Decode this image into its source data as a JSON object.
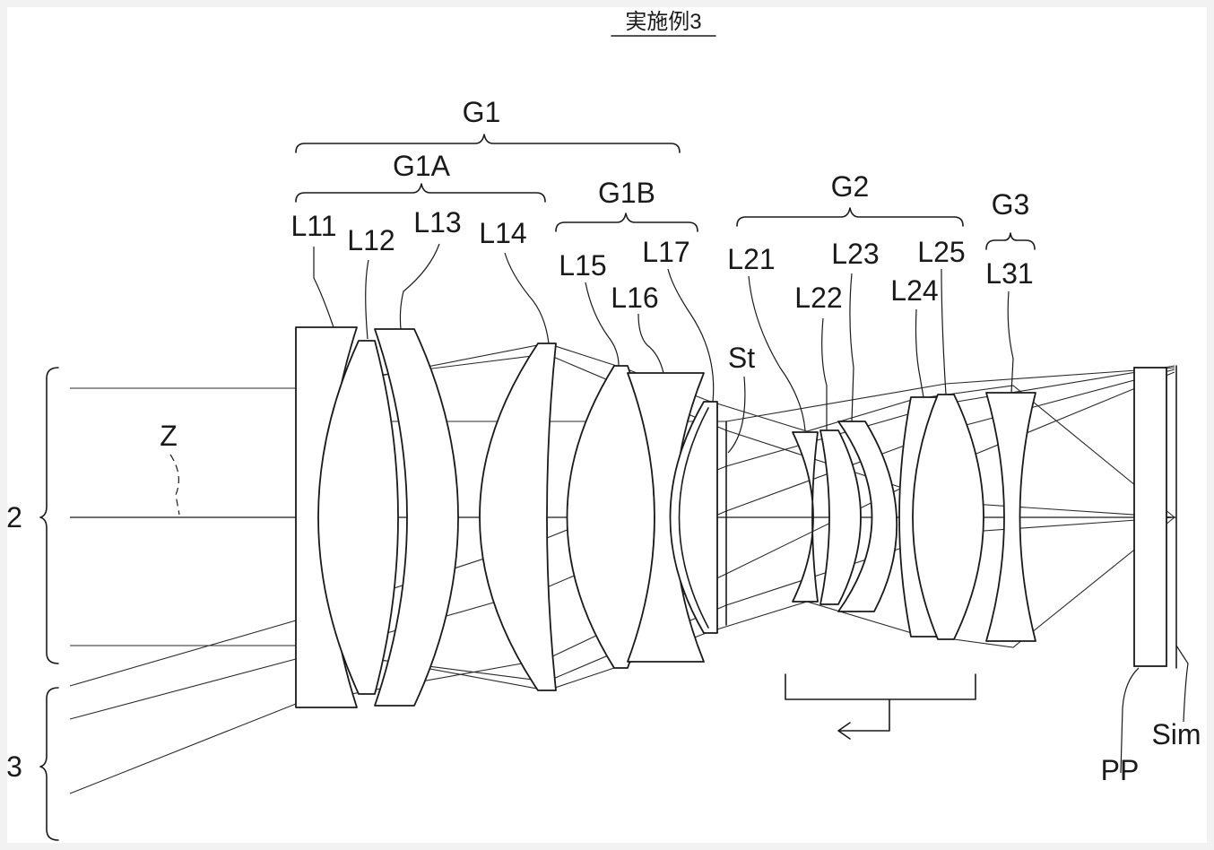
{
  "figure": {
    "title": "実施例3"
  },
  "labels": {
    "G1": "G1",
    "G1A": "G1A",
    "G1B": "G1B",
    "G2": "G2",
    "G3": "G3",
    "L11": "L11",
    "L12": "L12",
    "L13": "L13",
    "L14": "L14",
    "L15": "L15",
    "L16": "L16",
    "L17": "L17",
    "L21": "L21",
    "L22": "L22",
    "L23": "L23",
    "L24": "L24",
    "L25": "L25",
    "L31": "L31",
    "St": "St",
    "Z": "Z",
    "PP": "PP",
    "Sim": "Sim",
    "beam2": "2",
    "beam3": "3"
  }
}
